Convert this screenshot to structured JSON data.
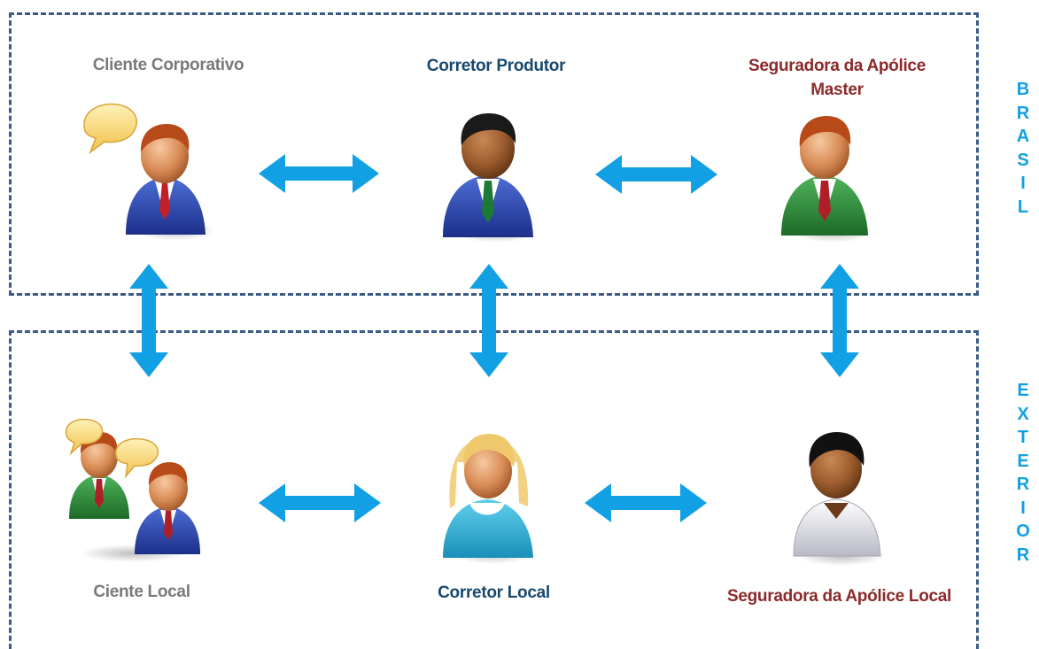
{
  "regions": {
    "brasil": {
      "label": "B\nR\nA\nS\nI\nL"
    },
    "exterior": {
      "label": "E\nX\nT\nE\nR\nI\nO\nR"
    }
  },
  "nodes": {
    "cliente_corporativo": {
      "label": "Cliente Corporativo",
      "icon": "person-speech-icon"
    },
    "corretor_produtor": {
      "label": "Corretor Produtor",
      "icon": "person-icon"
    },
    "seguradora_master": {
      "label": "Seguradora da Apólice Master",
      "icon": "person-green-icon"
    },
    "cliente_local": {
      "label": "Ciente Local",
      "icon": "people-conversation-icon"
    },
    "corretor_local": {
      "label": "Corretor Local",
      "icon": "woman-icon"
    },
    "seguradora_local": {
      "label": "Seguradora da Apólice Local",
      "icon": "person-white-shirt-icon"
    }
  },
  "colors": {
    "arrow": "#10a0e3",
    "border": "#3b5b86",
    "gray_label": "#7a7a7a",
    "blue_label": "#17496e",
    "red_label": "#8b2a2a"
  }
}
